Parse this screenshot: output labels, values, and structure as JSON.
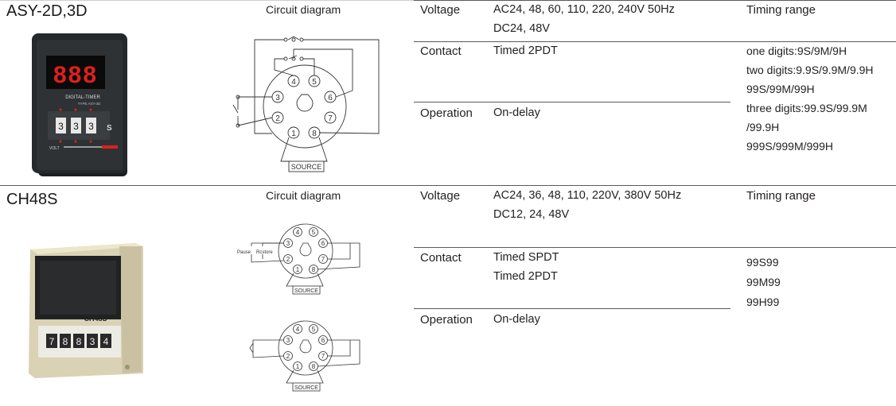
{
  "products": [
    {
      "model": "ASY-2D,3D",
      "circuit_label": "Circuit diagram",
      "image": {
        "display": "888",
        "panel_text": "DIGITAL-TIMER",
        "type_text": "TYPE ASY-3D",
        "dials": [
          "3",
          "3",
          "3"
        ],
        "unit": "S",
        "volt_text": "VOLT"
      },
      "diagram": {
        "pins": [
          "1",
          "2",
          "3",
          "4",
          "5",
          "6",
          "7",
          "8"
        ],
        "source": "SOURCE"
      },
      "specs": [
        {
          "label": "Voltage",
          "lines": [
            "AC24, 48, 60, 110, 220, 240V  50Hz",
            "DC24, 48V"
          ]
        },
        {
          "label": "Contact",
          "lines": [
            "Timed 2PDT"
          ]
        },
        {
          "label": "Operation",
          "lines": [
            "On-delay"
          ]
        }
      ],
      "timing_label": "Timing range",
      "timing_lines": [
        "one digits:9S/9M/9H",
        "two digits:9.9S/9.9M/9.9H",
        "99S/99M/99H",
        "three digits:99.9S/99.9M",
        "/99.9H",
        "999S/999M/999H"
      ]
    },
    {
      "model": "CH48S",
      "circuit_label": "Circuit diagram",
      "image": {
        "brand": "CH48S",
        "dials": [
          "7",
          "8",
          "8",
          "3",
          "4"
        ]
      },
      "diagram": {
        "pins": [
          "1",
          "2",
          "3",
          "4",
          "5",
          "6",
          "7",
          "8"
        ],
        "source": "SOURCE",
        "pause_label": "Pause",
        "restore_label": "Rcstore"
      },
      "specs": [
        {
          "label": "Voltage",
          "lines": [
            "AC24, 36, 48, 110, 220V, 380V  50Hz",
            "DC12, 24, 48V"
          ]
        },
        {
          "label": "Contact",
          "lines": [
            "Timed SPDT",
            "Timed 2PDT"
          ]
        },
        {
          "label": "Operation",
          "lines": [
            "On-delay"
          ]
        }
      ],
      "timing_lines": [
        "99S99",
        "99M99",
        "99H99"
      ]
    }
  ]
}
